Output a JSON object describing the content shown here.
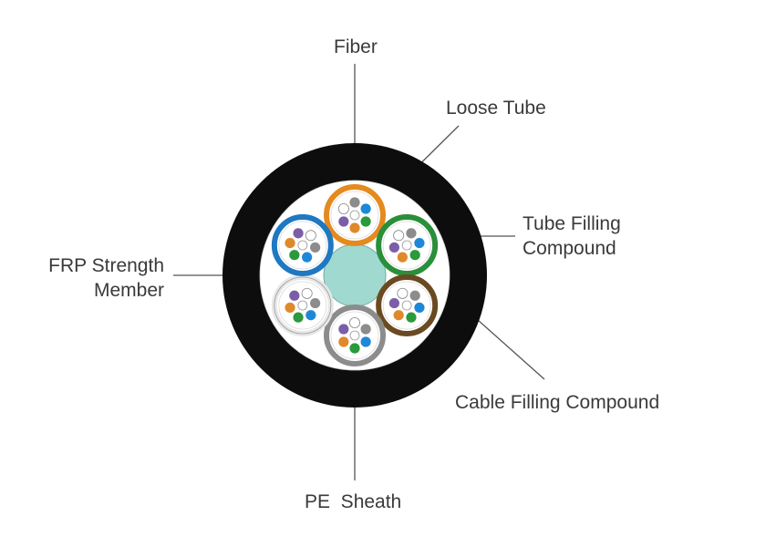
{
  "labels": {
    "fiber": "Fiber",
    "loose_tube": "Loose Tube",
    "tube_filling": "Tube Filling\nCompound",
    "frp": "FRP Strength\nMember",
    "cable_filling": "Cable Filling Compound",
    "pe_sheath": "PE  Sheath"
  },
  "colors": {
    "sheath": "#0d0d0d",
    "cable_filling": "#ffffff",
    "frp_core": "#9fd9cf",
    "tubes": [
      "#e58a1e",
      "#2a8f3a",
      "#6b4a22",
      "#8c8c8c",
      "#e8e8e8",
      "#1e78c2"
    ],
    "fibers": [
      "#8c8c8c",
      "#1e88d8",
      "#2a9a3a",
      "#e0892a",
      "#7b5ea7",
      "#ffffff"
    ]
  }
}
